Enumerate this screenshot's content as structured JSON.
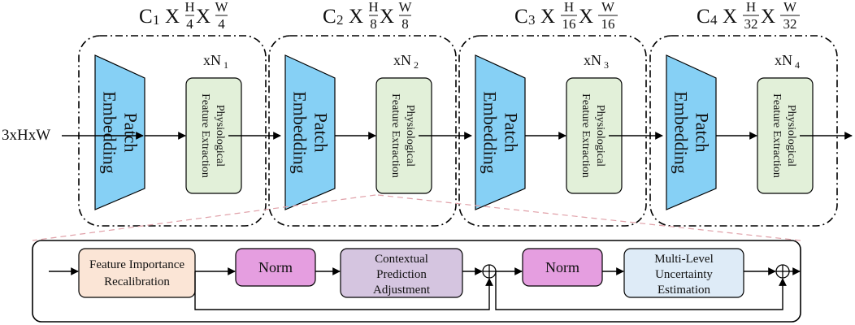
{
  "input_label": "3xHxW",
  "stages": [
    {
      "c": "C",
      "c_sub": "1",
      "h_den": "4",
      "w_den": "4",
      "rep": "xN",
      "rep_sub": "1"
    },
    {
      "c": "C",
      "c_sub": "2",
      "h_den": "8",
      "w_den": "8",
      "rep": "xN",
      "rep_sub": "2"
    },
    {
      "c": "C",
      "c_sub": "3",
      "h_den": "16",
      "w_den": "16",
      "rep": "xN",
      "rep_sub": "3"
    },
    {
      "c": "C",
      "c_sub": "4",
      "h_den": "32",
      "w_den": "32",
      "rep": "xN",
      "rep_sub": "4"
    }
  ],
  "dim_tokens": {
    "x": "X",
    "h": "H",
    "w": "W"
  },
  "patch_embedding": {
    "line1": "Patch",
    "line2": "Embedding"
  },
  "feature_extraction": {
    "line1": "Physiological",
    "line2": "Feature Extraction"
  },
  "detail": {
    "fir": {
      "line1": "Feature Importance",
      "line2": "Recalibration"
    },
    "norm1": "Norm",
    "cpa": {
      "line1": "Contextual",
      "line2": "Prediction",
      "line3": "Adjustment"
    },
    "norm2": "Norm",
    "mlue": {
      "line1": "Multi-Level",
      "line2": "Uncertainty",
      "line3": "Estimation"
    }
  },
  "colors": {
    "patch_embedding": "#86d0f5",
    "feature_extraction": "#e2f0d9",
    "fir": "#fbe5d6",
    "norm": "#e59ee0",
    "cpa": "#d5c5e0",
    "mlue": "#deebf7",
    "dash_guide": "#e0a0a8"
  }
}
